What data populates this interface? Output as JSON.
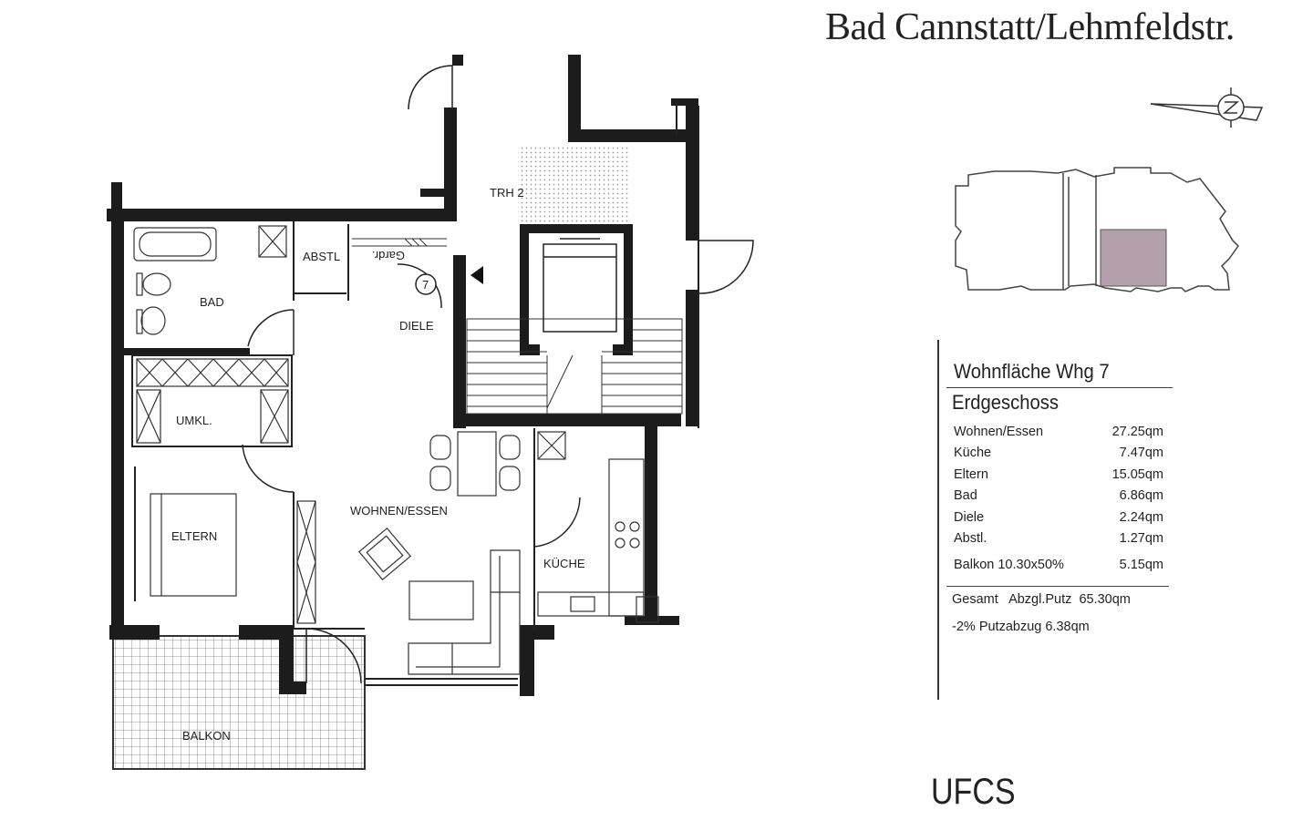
{
  "header": {
    "location_title": "Bad Cannstatt/Lehmfeldstr."
  },
  "rooms": {
    "bad": "BAD",
    "abstl": "ABSTL",
    "diele": "DIELE",
    "umkl": "UMKL.",
    "eltern": "ELTERN",
    "wohnen": "WOHNEN/ESSEN",
    "kueche": "KÜCHE",
    "balkon": "BALKON",
    "trh": "TRH 2",
    "garderobe": "Gardr.",
    "apt_number": "7"
  },
  "area_table": {
    "title": "Wohnfläche Whg 7",
    "floor": "Erdgeschoss",
    "rows": [
      {
        "label": "Wohnen/Essen",
        "value": "27.25qm"
      },
      {
        "label": "Küche",
        "value": "7.47qm"
      },
      {
        "label": "Eltern",
        "value": "15.05qm"
      },
      {
        "label": "Bad",
        "value": "6.86qm"
      },
      {
        "label": "Diele",
        "value": "2.24qm"
      },
      {
        "label": "Abstl.",
        "value": "1.27qm"
      },
      {
        "label": "Balkon  10.30x50%",
        "value": "5.15qm"
      }
    ],
    "total_label": "Gesamt",
    "total_note": "Abzgl.Putz",
    "total_value": "65.30qm",
    "deduction": "-2% Putzabzug 6.38qm"
  },
  "footer": {
    "company": "UFCS"
  },
  "colors": {
    "wall": "#1c1c1c",
    "highlight_unit": "#b3a0aa",
    "grid_hatch": "#8c8c8c"
  }
}
